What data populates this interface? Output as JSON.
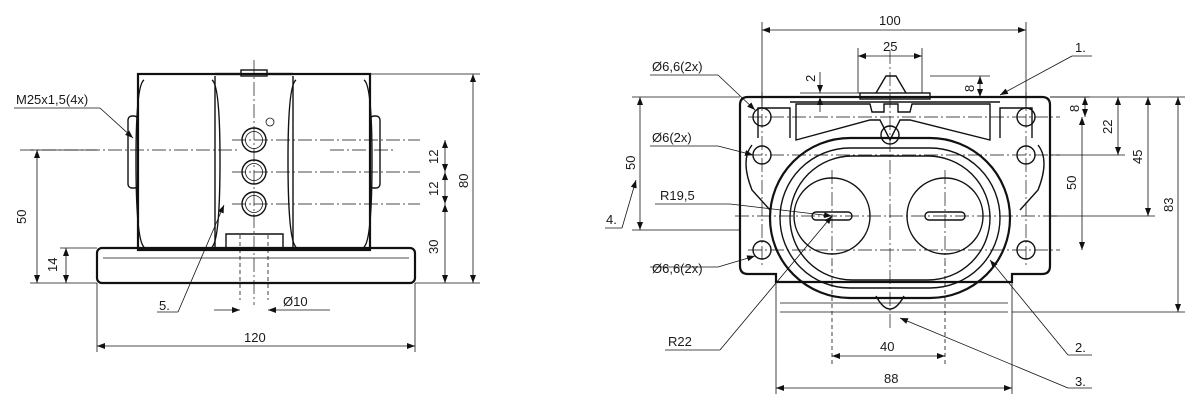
{
  "left_view": {
    "thread_label": "M25x1,5(4x)",
    "dim_50": "50",
    "dim_14": "14",
    "dim_12a": "12",
    "dim_12b": "12",
    "dim_80": "80",
    "dim_30": "30",
    "dim_phi10": "Ø10",
    "dim_120": "120",
    "callout_5": "5."
  },
  "right_view": {
    "dim_100": "100",
    "dim_25": "25",
    "dim_2": "2",
    "dim_8a": "8",
    "dim_8b": "8",
    "dim_22": "22",
    "dim_45": "45",
    "dim_83": "83",
    "dim_50h": "50",
    "dim_50v": "50",
    "dim_40": "40",
    "dim_88": "88",
    "hole_top": "Ø6,6(2x)",
    "hole_mid": "Ø6(2x)",
    "hole_bot": "Ø6,6(2x)",
    "radius_a": "R19,5",
    "radius_b": "R22",
    "callout_1": "1.",
    "callout_2": "2.",
    "callout_3": "3.",
    "callout_4": "4."
  }
}
